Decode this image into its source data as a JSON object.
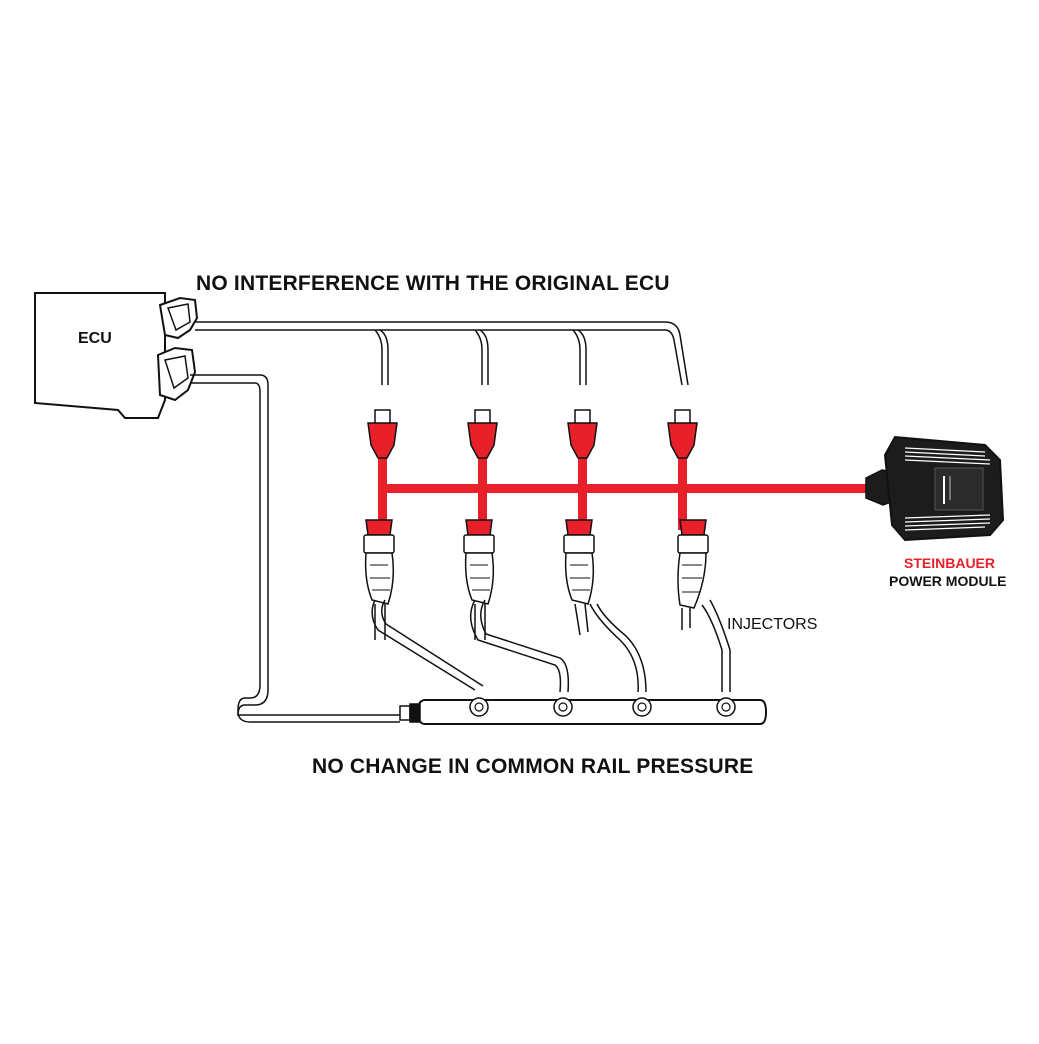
{
  "headings": {
    "top": "NO INTERFERENCE WITH THE ORIGINAL ECU",
    "bottom": "NO CHANGE IN COMMON RAIL PRESSURE"
  },
  "ecu": {
    "label": "ECU"
  },
  "injectors": {
    "label": "INJECTORS",
    "count": 4
  },
  "module": {
    "brand": "STEINBAUER",
    "label": "POWER MODULE",
    "brand_color": "#e8202a"
  },
  "colors": {
    "harness_red": "#e8202a",
    "outline": "#111111",
    "fill": "#ffffff",
    "module_body": "#1c1c1c"
  }
}
